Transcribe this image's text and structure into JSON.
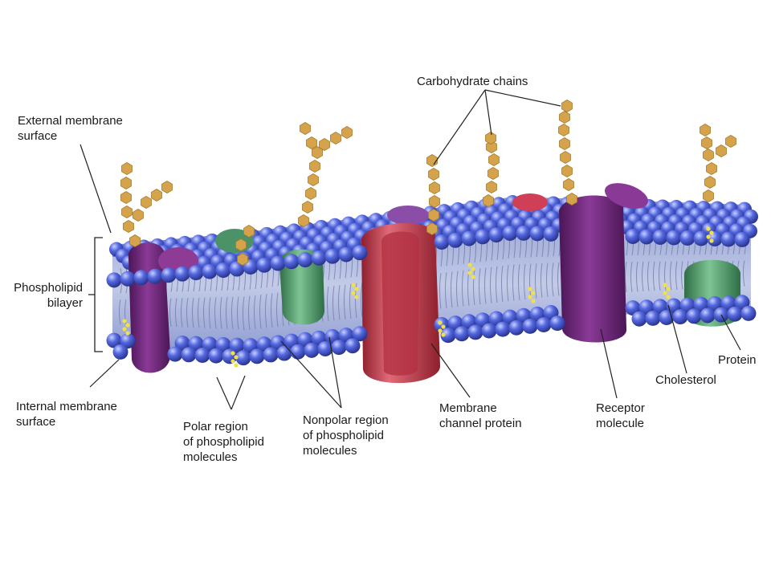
{
  "colors": {
    "phospholipid_head": "#4a5ed6",
    "phospholipid_head_highlight": "#aab6ff",
    "tail": "#7f8aa8",
    "protein_purple": "#6e2a7a",
    "protein_green": "#4f9a6a",
    "channel_red": "#c7404f",
    "carbohydrate": "#d4a24a",
    "cholesterol": "#e8d84a",
    "leader_line": "#222222"
  },
  "labels": {
    "carbohydrate_chains": "Carbohydrate chains",
    "external_surface_1": "External membrane",
    "external_surface_2": "surface",
    "phospholipid_bilayer_1": "Phospholipid",
    "phospholipid_bilayer_2": "bilayer",
    "internal_surface_1": "Internal membrane",
    "internal_surface_2": "surface",
    "polar_region_1": "Polar region",
    "polar_region_2": "of phospholipid",
    "polar_region_3": "molecules",
    "nonpolar_region_1": "Nonpolar region",
    "nonpolar_region_2": "of phospholipid",
    "nonpolar_region_3": "molecules",
    "channel_protein_1": "Membrane",
    "channel_protein_2": "channel protein",
    "receptor_1": "Receptor",
    "receptor_2": "molecule",
    "cholesterol": "Cholesterol",
    "protein": "Protein"
  }
}
